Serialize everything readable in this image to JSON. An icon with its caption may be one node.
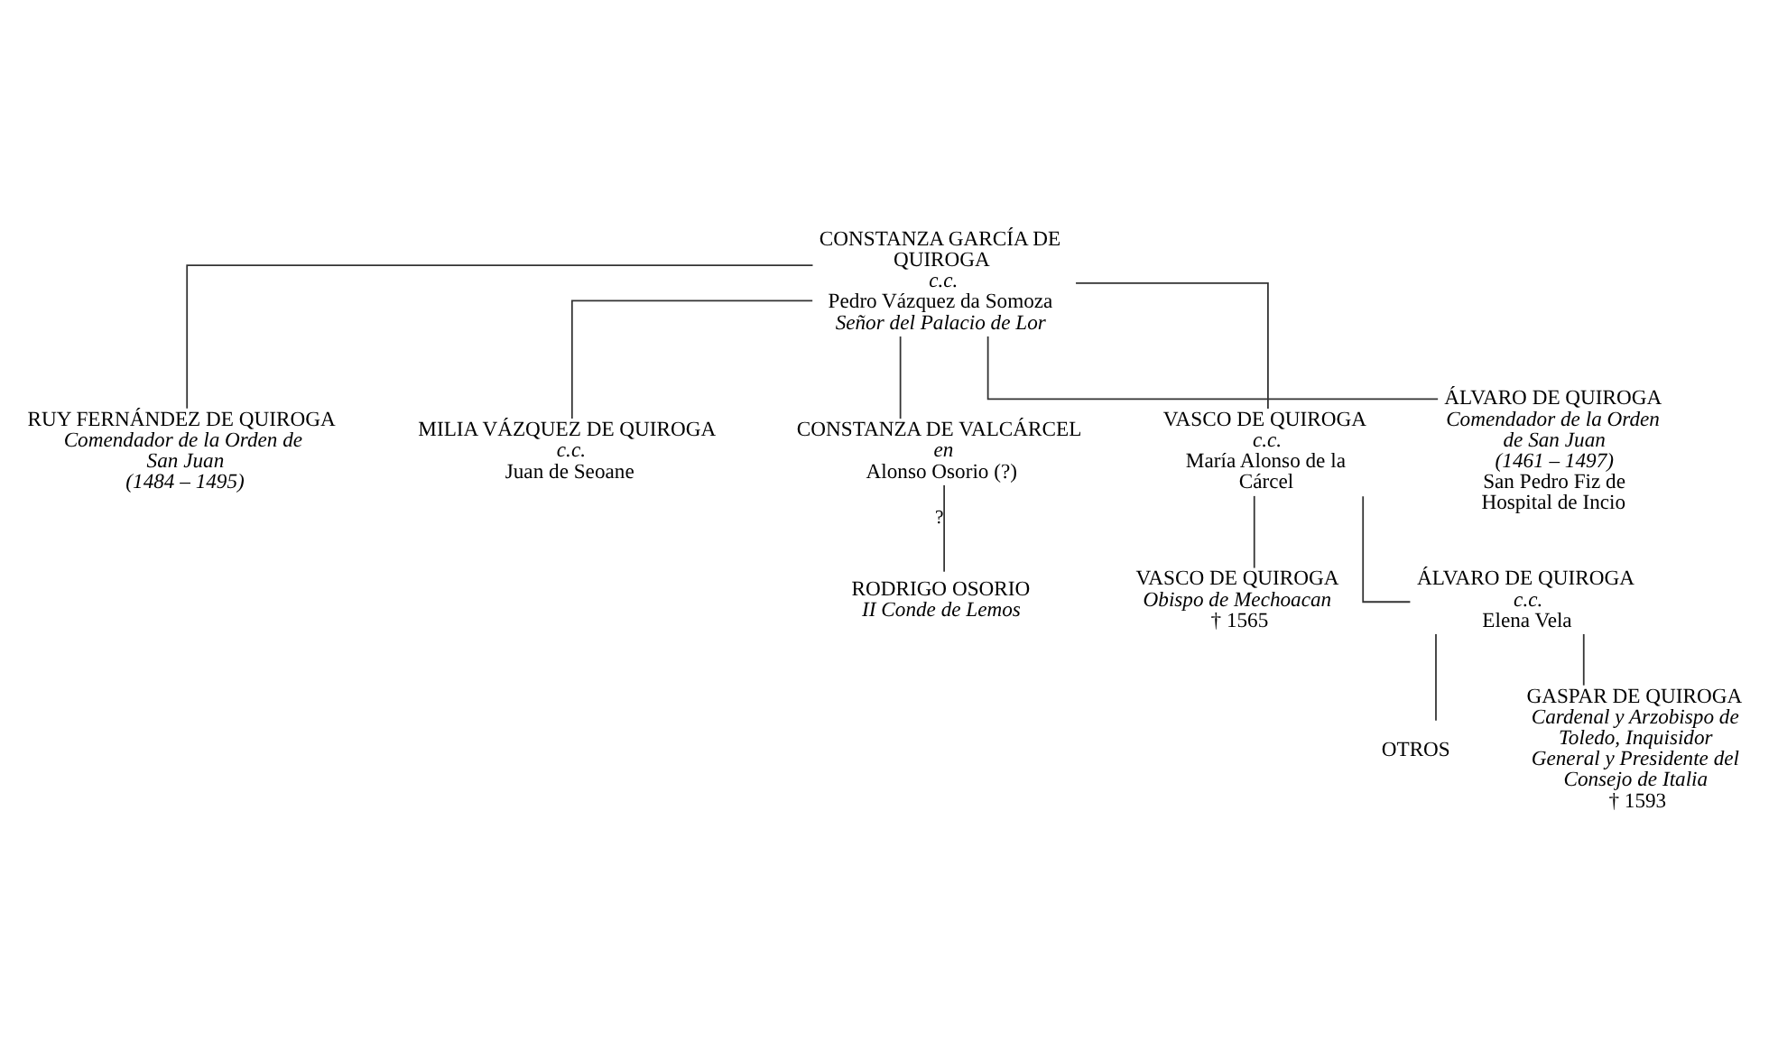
{
  "diagram": {
    "nodes": [
      {
        "text": [
          "CONSTANZA GARCÍA DE QUIROGA",
          "c.c.",
          "Pedro Vázquez da Somoza",
          "Señor del Palacio de Lor"
        ]
      },
      {
        "text": [
          "RUY FERNÁNDEZ DE QUIROGA",
          "Comendador de la Orden de San Juan",
          "(1484 – 1495)"
        ]
      },
      {
        "text": [
          "MILIA VÁZQUEZ DE QUIROGA",
          "c.c.",
          "Juan de Seoane"
        ]
      },
      {
        "text": [
          "CONSTANZA DE VALCÁRCEL",
          "en",
          "Alonso Osorio (?)"
        ]
      },
      {
        "text": [
          "VASCO DE QUIROGA",
          "c.c.",
          "María Alonso de la Cárcel"
        ]
      },
      {
        "text": [
          "ÁLVARO DE QUIROGA",
          "Comendador de la Orden de San Juan",
          "(1461 – 1497)",
          "San Pedro Fiz de Hospital de Incio"
        ]
      },
      {
        "text": [
          "RODRIGO OSORIO",
          "II Conde de Lemos"
        ]
      },
      {
        "text": [
          "VASCO DE QUIROGA",
          "Obispo de Mechoacan",
          "† 1565"
        ]
      },
      {
        "text": [
          "ÁLVARO DE QUIROGA",
          "c.c.",
          "Elena Vela"
        ]
      },
      {
        "text": [
          "OTROS"
        ]
      },
      {
        "text": [
          "GASPAR DE QUIROGA",
          "Cardenal y Arzobispo de Toledo, Inquisidor General y Presidente del Consejo de Italia",
          "† 1593"
        ]
      }
    ],
    "edges": [
      {
        "from": 0,
        "to": 1,
        "arrow": "none"
      },
      {
        "from": 0,
        "to": 2,
        "arrow": "none"
      },
      {
        "from": 0,
        "to": 3,
        "arrow": "none"
      },
      {
        "from": 0,
        "to": 4,
        "arrow": "none"
      },
      {
        "from": 0,
        "to": 5,
        "arrow": "none"
      },
      {
        "from": 3,
        "to": 6,
        "arrow": "none",
        "label": "?"
      },
      {
        "from": 4,
        "to": 7,
        "arrow": "none"
      },
      {
        "from": 4,
        "to": 8,
        "arrow": "none"
      },
      {
        "from": 8,
        "to": 9,
        "arrow": "none"
      },
      {
        "from": 8,
        "to": 10,
        "arrow": "none"
      }
    ]
  }
}
